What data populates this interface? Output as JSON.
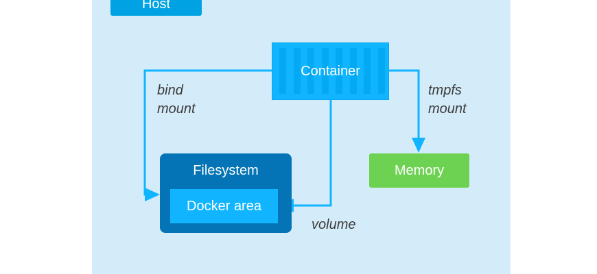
{
  "diagram": {
    "host": {
      "label": "Host"
    },
    "nodes": {
      "container": {
        "label": "Container"
      },
      "filesystem": {
        "label": "Filesystem"
      },
      "docker_area": {
        "label": "Docker area"
      },
      "memory": {
        "label": "Memory"
      }
    },
    "edges": [
      {
        "from": "Container",
        "to": "Filesystem",
        "label_line1": "bind",
        "label_line2": "mount"
      },
      {
        "from": "Container",
        "to": "Docker area",
        "label": "volume"
      },
      {
        "from": "Container",
        "to": "Memory",
        "label_line1": "tmpfs",
        "label_line2": "mount"
      }
    ],
    "colors": {
      "host_background": "#d4ecf9",
      "host_label": "#00a2e3",
      "container": "#11b5ff",
      "filesystem": "#0474b6",
      "docker_area": "#11b5ff",
      "memory": "#6dd251",
      "edge": "#11b5ff",
      "edge_label": "#3b3b3b"
    }
  }
}
